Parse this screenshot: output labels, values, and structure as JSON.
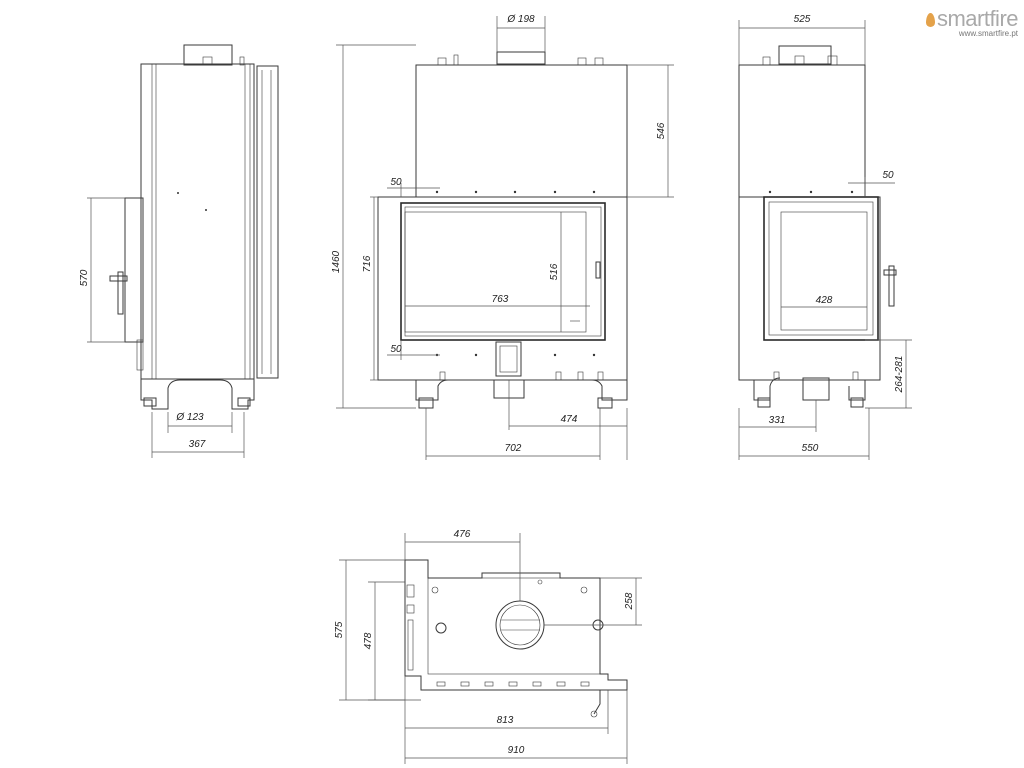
{
  "brand": {
    "name": "smartfire",
    "url": "www.smartfire.pt",
    "accent_color": "#e4a24a",
    "text_color": "#a9a9a9"
  },
  "dimensions": {
    "side": {
      "height_570": "570",
      "diameter_123": "Ø 123",
      "depth_367": "367"
    },
    "front": {
      "diameter_198": "Ø 198",
      "height_546": "546",
      "gap_top_50": "50",
      "height_1460": "1460",
      "height_716": "716",
      "glass_h_516": "516",
      "glass_w_763": "763",
      "gap_bottom_50": "50",
      "offset_474": "474",
      "width_702": "702"
    },
    "side_right": {
      "width_525": "525",
      "gap_50": "50",
      "glass_w_428": "428",
      "leg_264_281": "264-281",
      "offset_331": "331",
      "width_550": "550"
    },
    "top_view": {
      "w_476": "476",
      "h_258": "258",
      "h_575": "575",
      "h_478": "478",
      "w_813": "813",
      "w_910": "910"
    }
  }
}
